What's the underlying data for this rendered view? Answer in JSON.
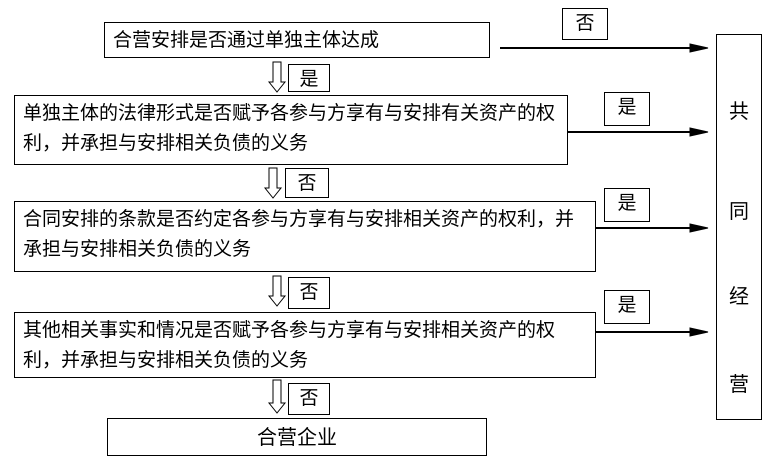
{
  "flow": {
    "steps": [
      {
        "question": "合营安排是否通过单独主体达成",
        "down_label": "是",
        "right_label": "否"
      },
      {
        "question": "单独主体的法律形式是否赋予各参与方享有与安排有关资产的权利，并承担与安排相关负债的义务",
        "down_label": "否",
        "right_label": "是"
      },
      {
        "question": "合同安排的条款是否约定各参与方享有与安排相关资产的权利，并承担与安排相关负债的义务",
        "down_label": "否",
        "right_label": "是"
      },
      {
        "question": "其他相关事实和情况是否赋予各参与方享有与安排相关资产的权利，并承担与安排相关负债的义务",
        "down_label": "否",
        "right_label": "是"
      }
    ],
    "final_result": "合营企业",
    "side_result": [
      "共",
      "同",
      "经",
      "营"
    ]
  }
}
